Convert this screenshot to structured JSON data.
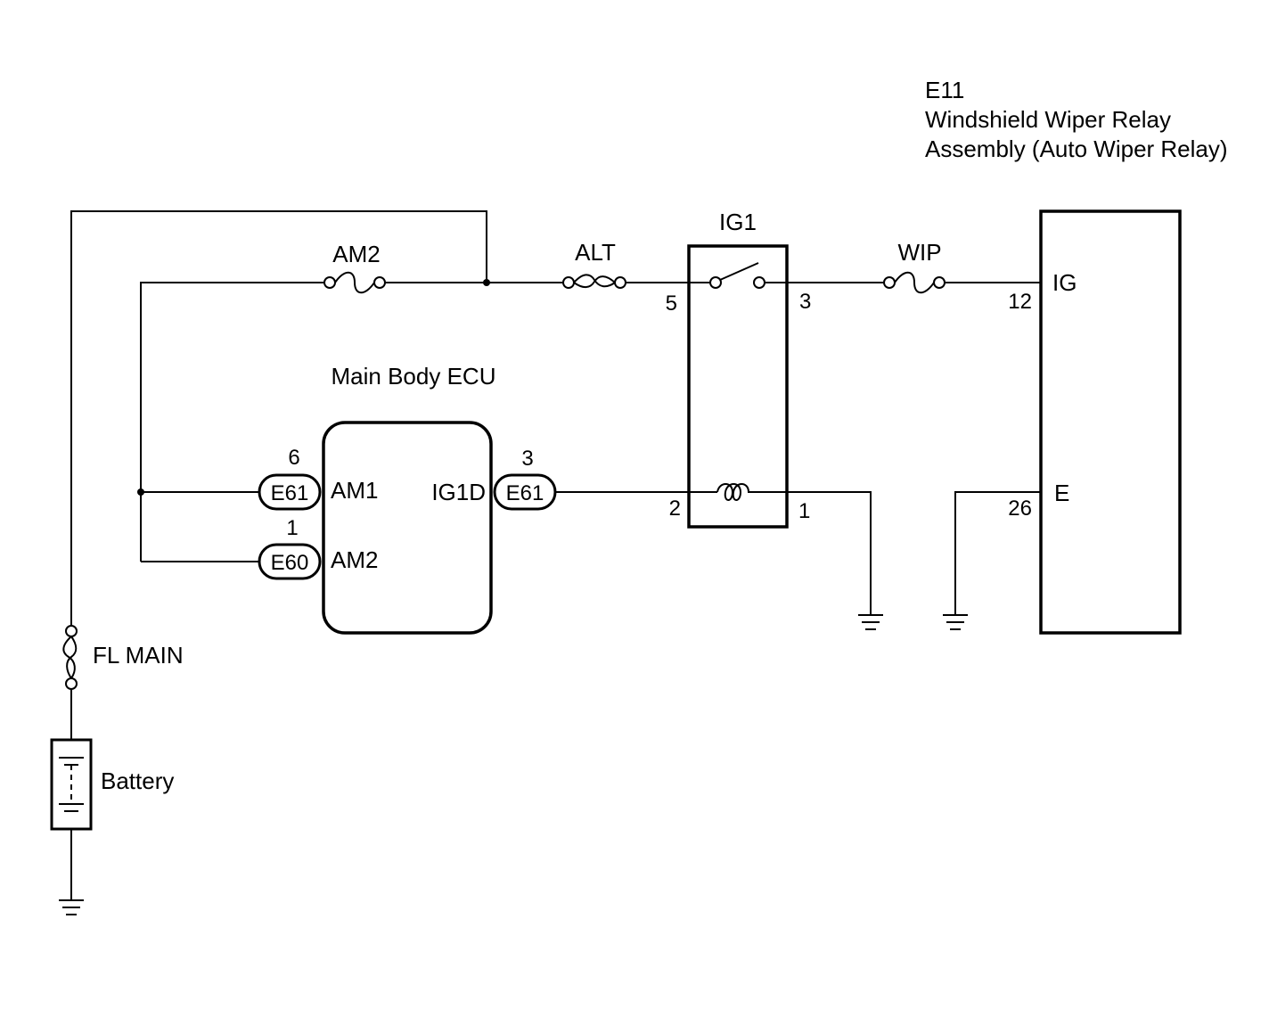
{
  "relay_assembly": {
    "code": "E11",
    "name_line1": "Windshield Wiper Relay",
    "name_line2": "Assembly (Auto Wiper Relay)",
    "pin_ig_label": "IG",
    "pin_ig_number": "12",
    "pin_e_label": "E",
    "pin_e_number": "26"
  },
  "fuses": {
    "am2": "AM2",
    "alt": "ALT",
    "wip": "WIP",
    "fl_main": "FL MAIN"
  },
  "ig1_relay": {
    "label": "IG1",
    "pin5": "5",
    "pin3": "3",
    "pin2": "2",
    "pin1": "1"
  },
  "ecu": {
    "label": "Main Body ECU",
    "am1_label": "AM1",
    "am2_label": "AM2",
    "ig1d_label": "IG1D",
    "am1_pin": "6",
    "am2_pin": "1",
    "ig1d_pin": "3",
    "am1_connector": "E61",
    "am2_connector": "E60",
    "ig1d_connector": "E61"
  },
  "battery": {
    "label": "Battery"
  }
}
